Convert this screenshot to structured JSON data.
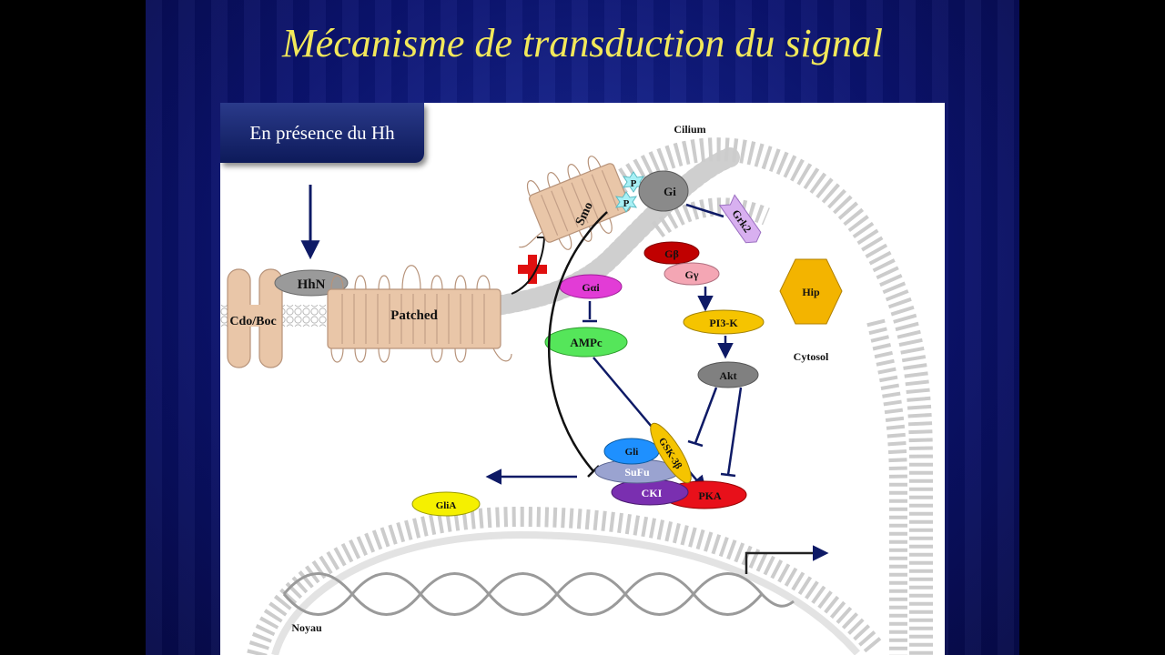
{
  "slide": {
    "title": "Mécanisme de transduction du signal",
    "colors": {
      "title": "#f2e85a",
      "background": "#0b1370",
      "panel": "#ffffff"
    }
  },
  "diagram": {
    "condition": "En présence du Hh",
    "compartments": {
      "cilium": "Cilium",
      "cytosol": "Cytosol",
      "nucleus": "Noyau"
    },
    "nodes": {
      "hhn": "HhN",
      "cdo_boc": "Cdo/Boc",
      "patched": "Patched",
      "smo": "Smo",
      "p1": "P",
      "p2": "P",
      "gi": "Gi",
      "grk2": "Grk2",
      "gbeta": "Gβ",
      "ggamma": "Gγ",
      "galpha_i": "Gαi",
      "pi3k": "PI3-K",
      "ampc": "AMPc",
      "akt": "Akt",
      "hip": "Hip",
      "gli": "Gli",
      "sufu": "SuFu",
      "cki": "CKI",
      "pka": "PKA",
      "gsk3b": "GSK-3β",
      "glia": "GliA"
    },
    "node_colors": {
      "gbeta": "#c00000",
      "ggamma": "#f4a6b4",
      "galpha_i": "#e23cd6",
      "pi3k": "#f5c400",
      "ampc": "#55e65a",
      "akt": "#808080",
      "gli": "#1e90ff",
      "sufu": "#9aa3d0",
      "cki": "#7a2fb0",
      "pka": "#e8101a",
      "gsk3b": "#f5c400",
      "glia": "#f5f000",
      "hip": "#f3b400",
      "membrane_protein": "#e9c6a8"
    }
  }
}
